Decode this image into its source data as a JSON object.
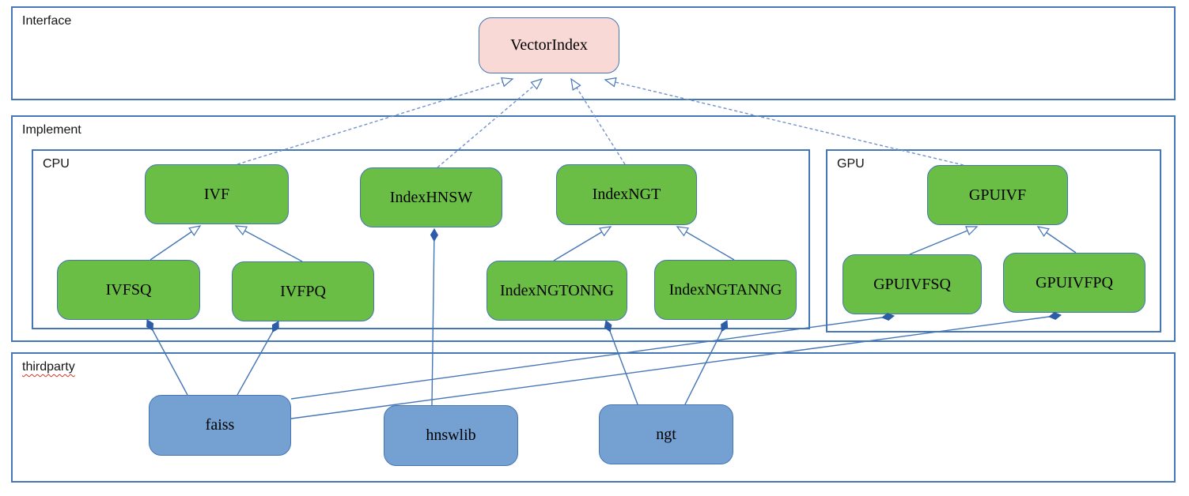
{
  "sections": {
    "interface": "Interface",
    "implement": "Implement",
    "cpu": "CPU",
    "gpu": "GPU",
    "thirdparty": "thirdparty"
  },
  "nodes": {
    "vectorindex": "VectorIndex",
    "ivf": "IVF",
    "indexhnsw": "IndexHNSW",
    "indexngt": "IndexNGT",
    "gpuivf": "GPUIVF",
    "ivfsq": "IVFSQ",
    "ivfpq": "IVFPQ",
    "indexngtonng": "IndexNGTONNG",
    "indexngtanng": "IndexNGTANNG",
    "gpuivfsq": "GPUIVFSQ",
    "gpuivfpq": "GPUIVFPQ",
    "faiss": "faiss",
    "hnswlib": "hnswlib",
    "ngt": "ngt"
  },
  "edges": [
    {
      "from": "IVF",
      "to": "VectorIndex",
      "type": "realization (dashed, hollow arrow)"
    },
    {
      "from": "IndexHNSW",
      "to": "VectorIndex",
      "type": "realization (dashed, hollow arrow)"
    },
    {
      "from": "IndexNGT",
      "to": "VectorIndex",
      "type": "realization (dashed, hollow arrow)"
    },
    {
      "from": "GPUIVF",
      "to": "VectorIndex",
      "type": "realization (dashed, hollow arrow)"
    },
    {
      "from": "IVFSQ",
      "to": "IVF",
      "type": "generalization (solid, hollow arrow)"
    },
    {
      "from": "IVFPQ",
      "to": "IVF",
      "type": "generalization (solid, hollow arrow)"
    },
    {
      "from": "IndexNGTONNG",
      "to": "IndexNGT",
      "type": "generalization (solid, hollow arrow)"
    },
    {
      "from": "IndexNGTANNG",
      "to": "IndexNGT",
      "type": "generalization (solid, hollow arrow)"
    },
    {
      "from": "GPUIVFSQ",
      "to": "GPUIVF",
      "type": "generalization (solid, hollow arrow)"
    },
    {
      "from": "GPUIVFPQ",
      "to": "GPUIVF",
      "type": "generalization (solid, hollow arrow)"
    },
    {
      "from": "faiss",
      "to": "IVFSQ",
      "type": "composition (solid, filled diamond)"
    },
    {
      "from": "faiss",
      "to": "IVFPQ",
      "type": "composition (solid, filled diamond)"
    },
    {
      "from": "faiss",
      "to": "GPUIVFSQ",
      "type": "composition (solid, filled diamond)"
    },
    {
      "from": "faiss",
      "to": "GPUIVFPQ",
      "type": "composition (solid, filled diamond)"
    },
    {
      "from": "hnswlib",
      "to": "IndexHNSW",
      "type": "composition (solid, filled diamond)"
    },
    {
      "from": "ngt",
      "to": "IndexNGTONNG",
      "type": "composition (solid, filled diamond)"
    },
    {
      "from": "ngt",
      "to": "IndexNGTANNG",
      "type": "composition (solid, filled diamond)"
    }
  ],
  "colors": {
    "node_green": "#6abd45",
    "node_blue": "#74a1d1",
    "node_pink": "#f8d9d6",
    "line_blue": "#4576b6",
    "dashed_line_blue": "#7191ce",
    "spellcheck_red": "#d23327",
    "background": "#ffffff"
  }
}
